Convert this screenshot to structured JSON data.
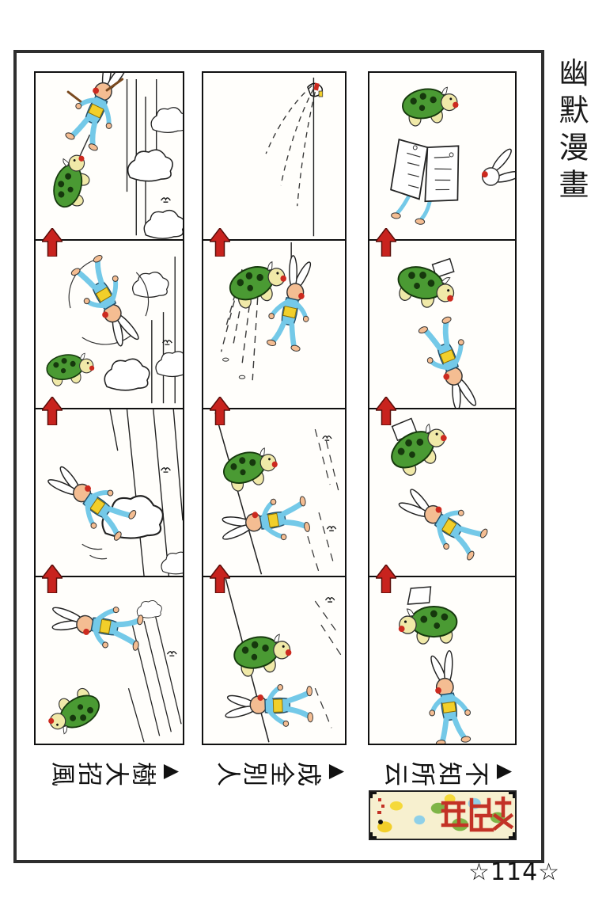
{
  "side_title": "幽默漫畫",
  "page_number": "☆114☆",
  "strips": [
    {
      "marker": "▲",
      "title": "樹大招風"
    },
    {
      "marker": "▲",
      "title": "成全別人"
    },
    {
      "marker": "▲",
      "title": "不知所云"
    }
  ],
  "colors": {
    "arrow_red": "#c8231e",
    "rabbit_blue": "#74c9e8",
    "vest_yellow": "#f2cf2a",
    "turtle_green": "#4a9a33",
    "stamp_red": "#c33226"
  }
}
